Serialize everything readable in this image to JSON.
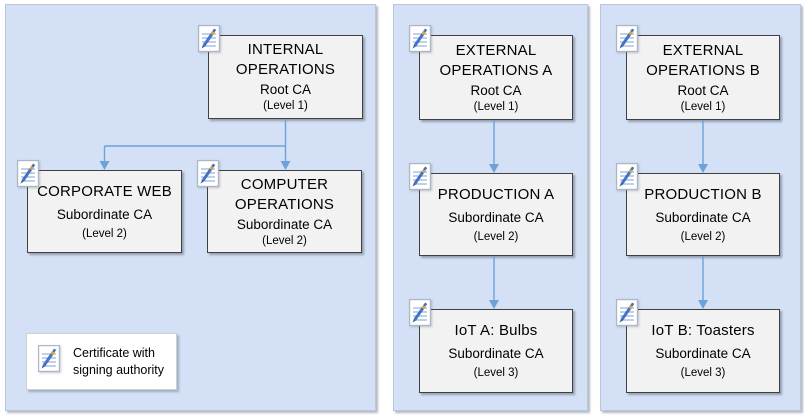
{
  "colors": {
    "panel_bg": "#d3e0f5",
    "panel_border": "#b9c6dc",
    "box_bg": "#f2f2f2",
    "box_border": "#404040",
    "connector": "#6da1d8",
    "icon_pen_blue": "#4472c4",
    "icon_gold": "#d8a33c"
  },
  "icons": {
    "certificate": "certificate-with-signing-authority-icon"
  },
  "panels": [
    {
      "name": "internal-operations",
      "nodes": [
        {
          "title_lines": [
            "INTERNAL",
            "OPERATIONS"
          ],
          "role": "Root CA",
          "level": "(Level 1)"
        },
        {
          "title_lines": [
            "CORPORATE WEB"
          ],
          "role": "Subordinate CA",
          "level": "(Level 2)"
        },
        {
          "title_lines": [
            "COMPUTER",
            "OPERATIONS"
          ],
          "role": "Subordinate CA",
          "level": "(Level 2)"
        }
      ],
      "legend": {
        "line1": "Certificate with",
        "line2": "signing authority"
      }
    },
    {
      "name": "external-operations-a",
      "nodes": [
        {
          "title_lines": [
            "EXTERNAL",
            "OPERATIONS A"
          ],
          "role": "Root CA",
          "level": "(Level 1)"
        },
        {
          "title_lines": [
            "PRODUCTION A"
          ],
          "role": "Subordinate CA",
          "level": "(Level 2)"
        },
        {
          "title_lines": [
            "IoT A: Bulbs"
          ],
          "role": "Subordinate CA",
          "level": "(Level 3)"
        }
      ]
    },
    {
      "name": "external-operations-b",
      "nodes": [
        {
          "title_lines": [
            "EXTERNAL",
            "OPERATIONS B"
          ],
          "role": "Root CA",
          "level": "(Level 1)"
        },
        {
          "title_lines": [
            "PRODUCTION B"
          ],
          "role": "Subordinate CA",
          "level": "(Level 2)"
        },
        {
          "title_lines": [
            "IoT B: Toasters"
          ],
          "role": "Subordinate CA",
          "level": "(Level 3)"
        }
      ]
    }
  ]
}
